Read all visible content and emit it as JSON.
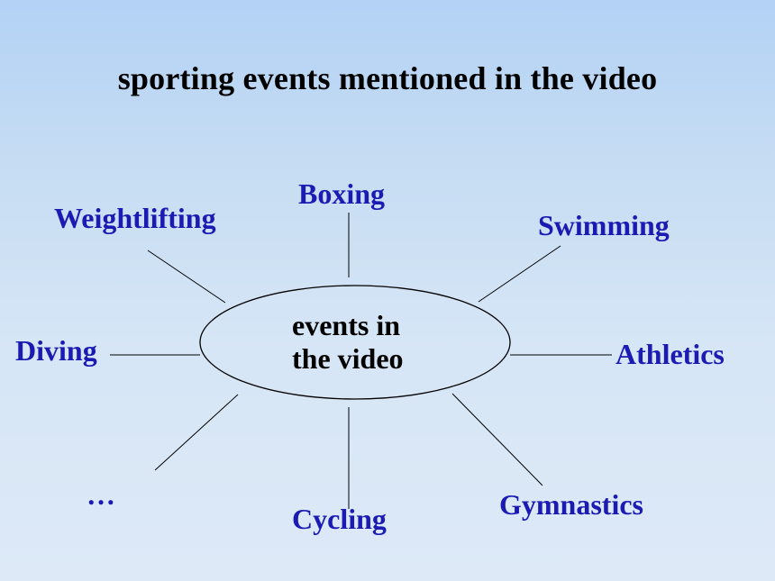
{
  "slide": {
    "title": "sporting events mentioned in the video",
    "center": {
      "line1": "events in",
      "line2": "the video"
    },
    "events": {
      "boxing": "Boxing",
      "weightlifting": "Weightlifting",
      "swimming": "Swimming",
      "diving": "Diving",
      "athletics": "Athletics",
      "ellipsis": "…",
      "cycling": "Cycling",
      "gymnastics": "Gymnastics"
    }
  },
  "colors": {
    "background_top": "#b3d2f5",
    "background_bottom": "#dde9f7",
    "event_text": "#1b1bb4",
    "title_text": "#000000",
    "line": "#000000"
  }
}
